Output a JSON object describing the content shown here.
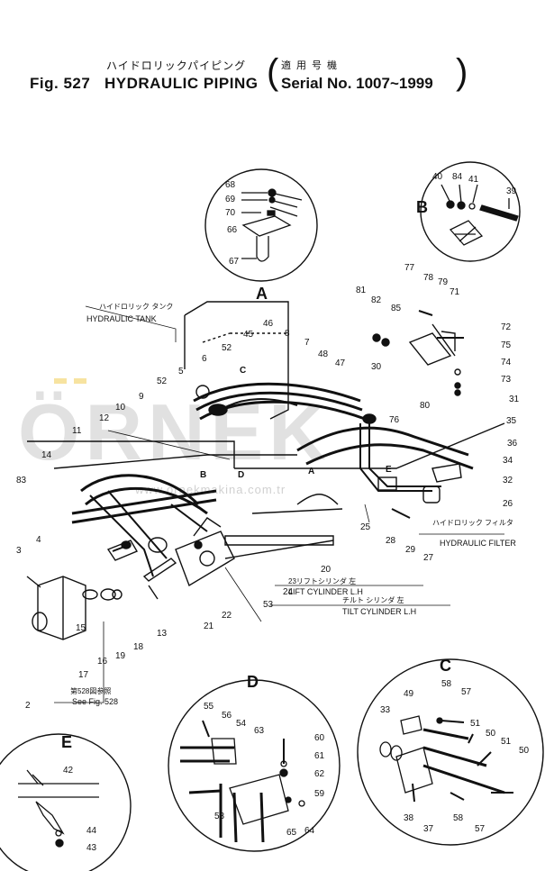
{
  "header": {
    "title_jp": "ハイドロリックパイピング",
    "fig_label": "Fig. 527",
    "title": "HYDRAULIC PIPING",
    "serial_jp": "適用号機",
    "serial": "Serial No. 1007~1999"
  },
  "watermark": "ÖRNEK",
  "watermark_url": "www.ornekmakina.com.tr",
  "details": {
    "A": "A",
    "B": "B",
    "C": "C",
    "D": "D",
    "E": "E"
  },
  "annotations": {
    "tank_jp": "ハイドロリック タンク",
    "tank": "HYDRAULIC TANK",
    "filter_jp": "ハイドロリック フィルタ",
    "filter": "HYDRAULIC FILTER",
    "lift_jp": "23リフトシリンダ 左",
    "lift": "LIFT CYLINDER L.H",
    "tilt_jp": "チルト シリンダ 左",
    "tilt": "TILT CYLINDER L.H",
    "see_jp": "第528図参照",
    "see": "See Fig. 528"
  },
  "parts": {
    "p2": "2",
    "p3": "3",
    "p4": "4",
    "p5": "5",
    "p6": "6",
    "p7": "7",
    "p8": "8",
    "p9": "9",
    "p10": "10",
    "p11": "11",
    "p12": "12",
    "p13": "13",
    "p14": "14",
    "p15": "15",
    "p16": "16",
    "p17": "17",
    "p18": "18",
    "p19": "19",
    "p20": "20",
    "p21": "21",
    "p22": "22",
    "p24": "24",
    "p25": "25",
    "p26": "26",
    "p27": "27",
    "p28": "28",
    "p29": "29",
    "p30": "30",
    "p31": "31",
    "p32": "32",
    "p33": "33",
    "p34": "34",
    "p35": "35",
    "p36": "36",
    "p37": "37",
    "p38": "38",
    "p39": "39",
    "p40": "40",
    "p41": "41",
    "p42": "42",
    "p43": "43",
    "p44": "44",
    "p45": "45",
    "p46": "46",
    "p47": "47",
    "p48": "48",
    "p49": "49",
    "p50": "50",
    "p50b": "50",
    "p51": "51",
    "p51b": "51",
    "p52": "52",
    "p52b": "52",
    "p53": "53",
    "p53b": "53",
    "p54": "54",
    "p55": "55",
    "p56": "56",
    "p57": "57",
    "p57b": "57",
    "p58": "58",
    "p58b": "58",
    "p59": "59",
    "p60": "60",
    "p61": "61",
    "p62": "62",
    "p63": "63",
    "p64": "64",
    "p65": "65",
    "p66": "66",
    "p67": "67",
    "p68": "68",
    "p69": "69",
    "p70": "70",
    "p71": "71",
    "p72": "72",
    "p73": "73",
    "p74": "74",
    "p75": "75",
    "p76": "76",
    "p77": "77",
    "p78": "78",
    "p79": "79",
    "p80": "80",
    "p81": "81",
    "p82": "82",
    "p83": "83",
    "p84": "84",
    "p85": "85"
  },
  "marks": {
    "b_mark": "B",
    "d_mark": "D",
    "a_mark": "A",
    "e_mark": "E",
    "c_mark": "C"
  }
}
